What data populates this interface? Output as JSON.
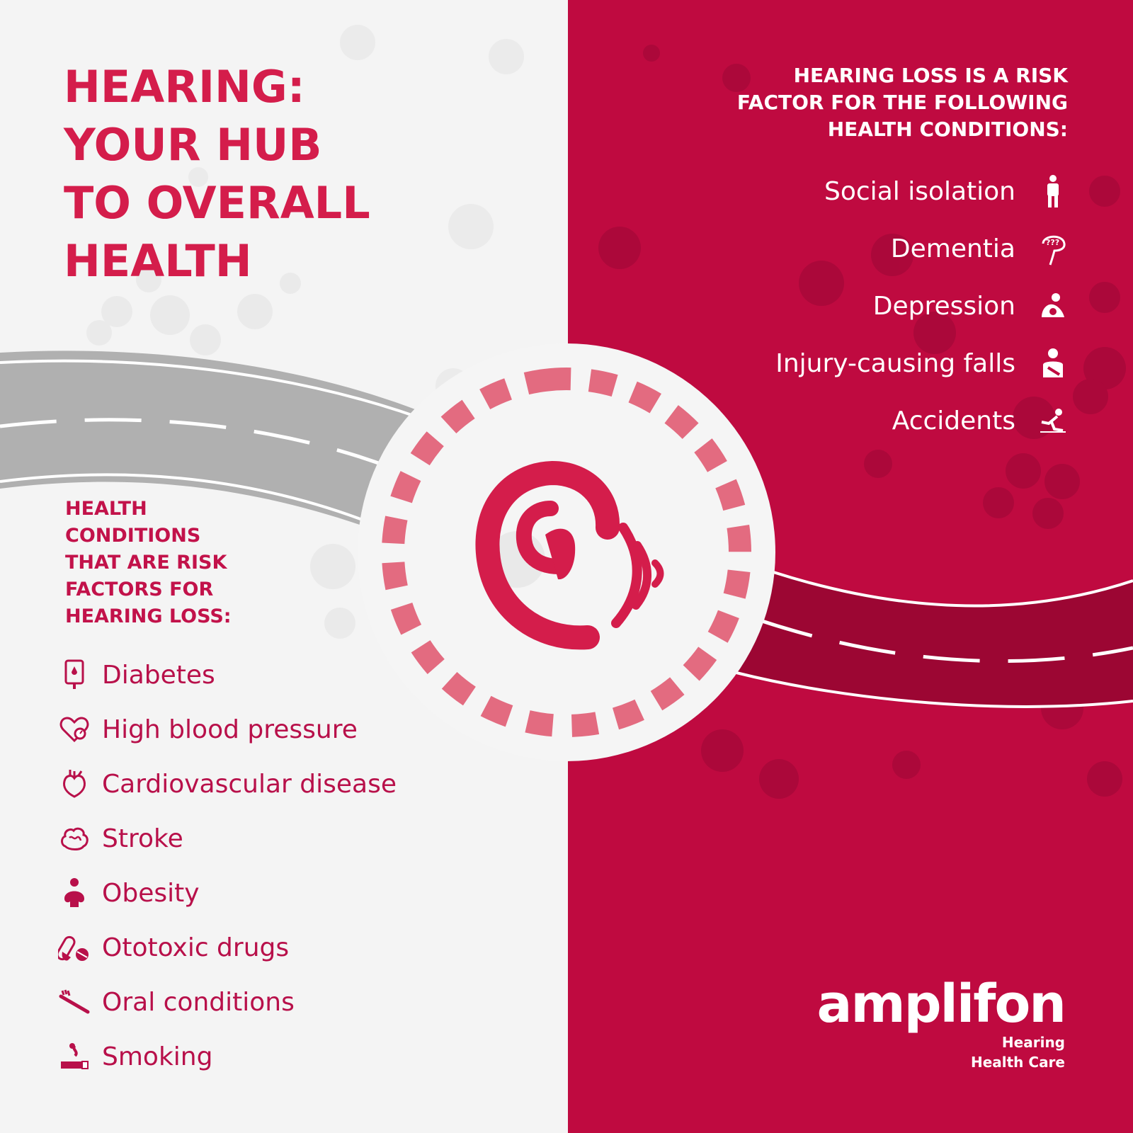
{
  "title_lines": [
    "HEARING:",
    "YOUR HUB",
    "TO OVERALL",
    "HEALTH"
  ],
  "right": {
    "heading_lines": [
      "HEARING LOSS IS A RISK",
      "FACTOR FOR THE FOLLOWING",
      "HEALTH CONDITIONS:"
    ],
    "items": [
      {
        "label": "Social isolation",
        "icon": "standing-person-icon"
      },
      {
        "label": "Dementia",
        "icon": "confused-head-icon"
      },
      {
        "label": "Depression",
        "icon": "sad-seated-person-icon"
      },
      {
        "label": "Injury-causing falls",
        "icon": "injured-person-icon"
      },
      {
        "label": "Accidents",
        "icon": "falling-person-icon"
      }
    ]
  },
  "left": {
    "heading_lines": [
      "HEALTH",
      "CONDITIONS",
      "THAT ARE RISK",
      "FACTORS FOR",
      "HEARING LOSS:"
    ],
    "items": [
      {
        "label": "Diabetes",
        "icon": "glucose-meter-icon"
      },
      {
        "label": "High blood pressure",
        "icon": "heart-gauge-icon"
      },
      {
        "label": "Cardiovascular disease",
        "icon": "anatomical-heart-icon"
      },
      {
        "label": "Stroke",
        "icon": "brain-icon"
      },
      {
        "label": "Obesity",
        "icon": "overweight-person-icon"
      },
      {
        "label": "Ototoxic drugs",
        "icon": "pills-icon"
      },
      {
        "label": "Oral conditions",
        "icon": "toothbrush-icon"
      },
      {
        "label": "Smoking",
        "icon": "cigarette-icon"
      }
    ]
  },
  "logo": {
    "wordmark": "amplifon",
    "tagline_lines": [
      "Hearing",
      "Health Care"
    ]
  },
  "colors": {
    "brand_red": "#d41d4b",
    "panel_red": "#bf0a40",
    "text_red": "#b8104a",
    "road_gray": "#b0b0b0",
    "road_dark_red": "#9c0633"
  }
}
